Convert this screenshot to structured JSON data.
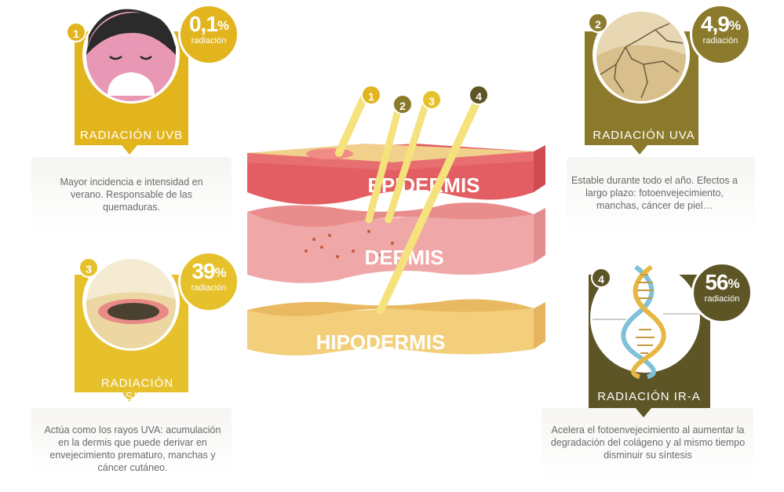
{
  "center": {
    "arrows": [
      "1",
      "2",
      "3",
      "4"
    ],
    "layers": {
      "epidermis": "EPIDERMIS",
      "dermis": "DERMIS",
      "hipodermis": "HIPODERMIS"
    }
  },
  "cards": [
    {
      "number": "1",
      "percent": "0,1",
      "percent_sign": "%",
      "percent_sub": "radiación",
      "title": "RADIACIÓN UVB",
      "description": "Mayor incidencia e intensidad en verano. Responsable de las quemaduras."
    },
    {
      "number": "2",
      "percent": "4,9",
      "percent_sign": "%",
      "percent_sub": "radiación",
      "title": "RADIACIÓN UVA",
      "description": "Estable durante todo el año. Efectos a largo plazo: fotoenvejecimiento, manchas, cáncer de piel…"
    },
    {
      "number": "3",
      "percent": "39",
      "percent_sign": "%",
      "percent_sub": "radiación",
      "title": "RADIACIÓN VISIBLE",
      "description": "Actúa como los rayos UVA: acumulación en la dermis que puede derivar en envejecimiento prematuro, manchas y cáncer cutáneo."
    },
    {
      "number": "4",
      "percent": "56",
      "percent_sign": "%",
      "percent_sub": "radiación",
      "title": "RADIACIÓN IR-A",
      "description": "Acelera el fotoenvejecimiento al aumentar la degradación del colágeno y al mismo tiempo disminuir su síntesis"
    }
  ],
  "colors": {
    "uvb": "#e2b51f",
    "uva": "#8c7a2c",
    "visible": "#e6c12c",
    "ira": "#5e5526",
    "epidermis": "#e35e62",
    "dermis": "#f0a7a8",
    "hipodermis": "#f3cf7c"
  }
}
